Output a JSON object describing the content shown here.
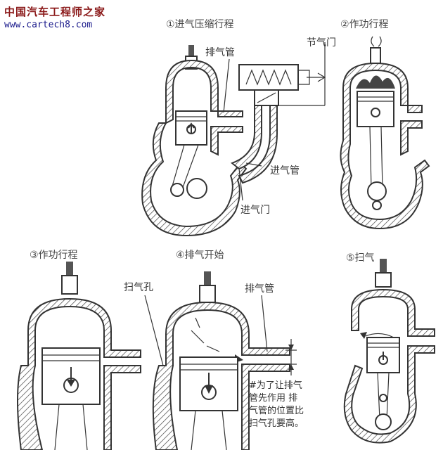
{
  "watermark": {
    "site_name": "中国汽车工程师之家",
    "url": "www.cartech8.com"
  },
  "steps": {
    "s1": "①进气压缩行程",
    "s2": "②作功行程",
    "s3": "③作功行程",
    "s4": "④排气开始",
    "s5": "⑤扫气"
  },
  "labels": {
    "exhaust_pipe_1": "排气管",
    "throttle": "节气门",
    "intake_pipe": "进气管",
    "intake_valve": "进气门",
    "scavenge_port": "扫气孔",
    "exhaust_pipe_4": "排气管"
  },
  "note": {
    "line1": "#为了让排气",
    "line2": "管先作用 排",
    "line3": "气管的位置比",
    "line4": "扫气孔要高。"
  }
}
